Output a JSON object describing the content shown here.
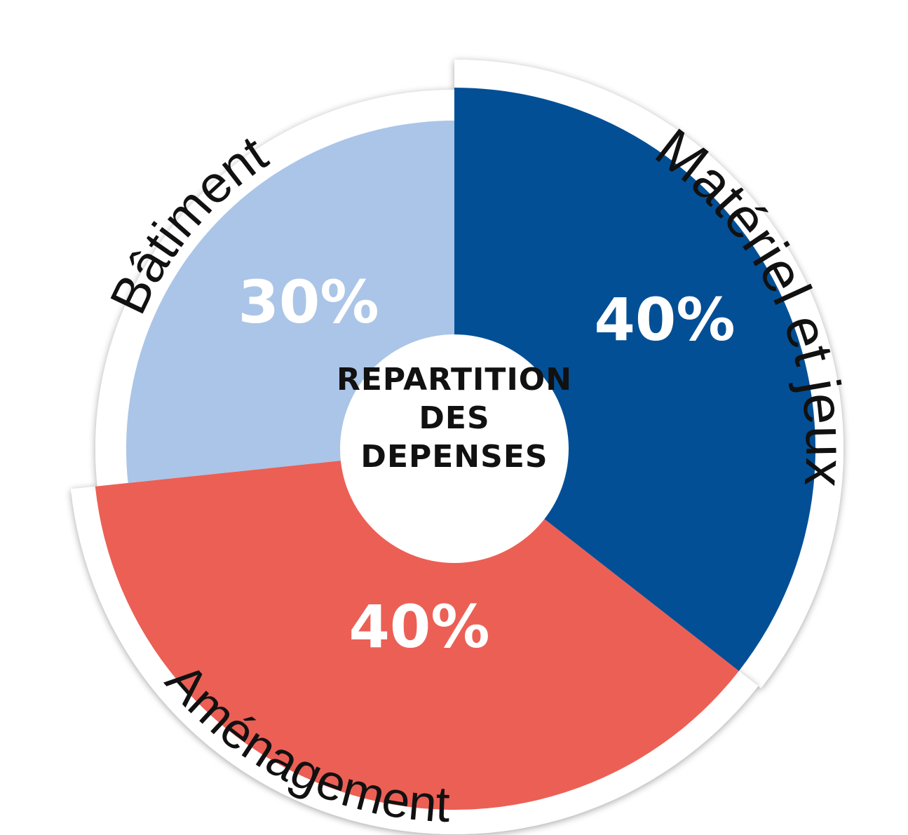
{
  "chart_data": {
    "type": "pie",
    "title": "REPARTITION DES DEPENSES",
    "title_lines": [
      "REPARTITION",
      "DES",
      "DEPENSES"
    ],
    "categories": [
      "Matériel et jeux",
      "Aménagement",
      "Bâtiment"
    ],
    "values": [
      40,
      40,
      30
    ],
    "labels": [
      "40%",
      "40%",
      "30%"
    ],
    "colors": [
      "#034f96",
      "#ec5f55",
      "#aac5e7"
    ],
    "legend": "none",
    "grid": false
  }
}
